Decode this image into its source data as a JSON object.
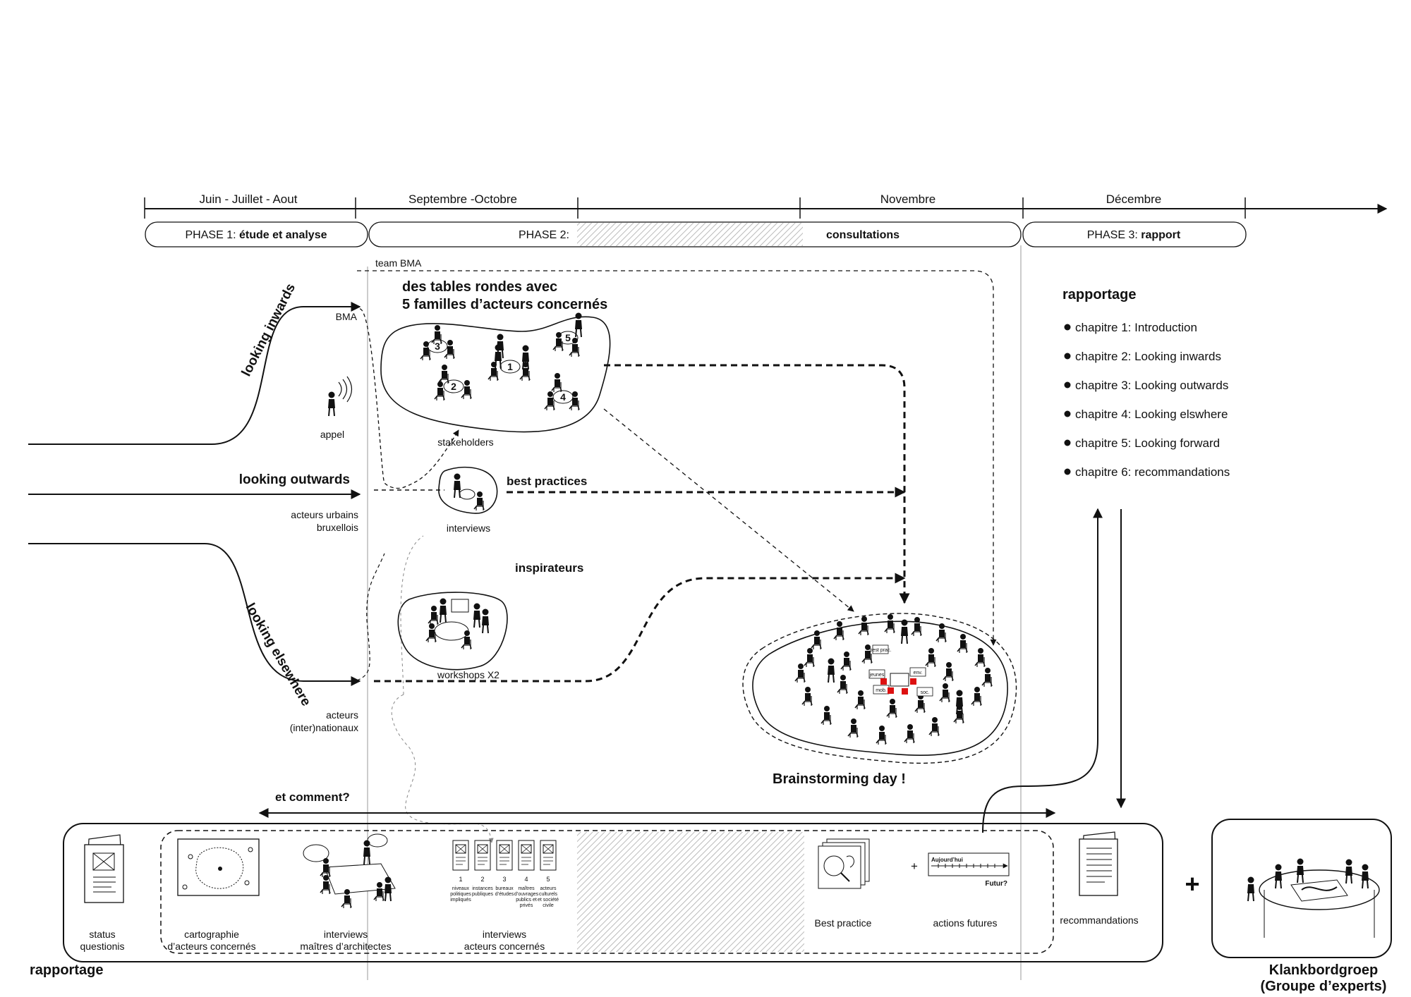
{
  "timeline": {
    "months": [
      "Juin - Juillet - Aout",
      "Septembre -Octobre",
      "Novembre",
      "Décembre"
    ],
    "phases": [
      {
        "prefix": "PHASE 1: ",
        "name": "étude et analyse"
      },
      {
        "prefix": "PHASE 2:",
        "name": "consultations"
      },
      {
        "prefix": "PHASE 3: ",
        "name": "rapport"
      }
    ],
    "team_label": "team BMA"
  },
  "streams": {
    "inwards": {
      "title": "looking inwards",
      "source": "BMA",
      "appel": "appel"
    },
    "outwards": {
      "title": "looking outwards",
      "source_line1": "acteurs urbains",
      "source_line2": "bruxellois"
    },
    "elsewhere": {
      "title": "looking elsewhere",
      "source_line1": "acteurs",
      "source_line2": "(inter)nationaux"
    }
  },
  "activities": {
    "tables_title_line1": "des tables rondes avec",
    "tables_title_line2": "5 familles d’acteurs concernés",
    "table_numbers": [
      "1",
      "2",
      "3",
      "4",
      "5"
    ],
    "stakeholders": "stakeholders",
    "best_practices": "best practices",
    "interviews": "interviews",
    "inspirateurs": "inspirateurs",
    "workshops": "workshops X2",
    "brainstorming": "Brainstorming day !",
    "sign_labels": [
      "best prac.",
      "jeunes",
      "env.",
      "mob.",
      "soc."
    ]
  },
  "rapportage_panel": {
    "title": "rapportage",
    "chapters": [
      "chapitre 1: Introduction",
      "chapitre 2: Looking inwards",
      "chapitre 3: Looking outwards",
      "chapitre 4: Looking elswhere",
      "chapitre 5: Looking forward",
      "chapitre 6: recommandations"
    ]
  },
  "bottom": {
    "et_comment": "et comment?",
    "rapportage": "rapportage",
    "status_line1": "status",
    "status_line2": "questionis",
    "carto_line1": "cartographie",
    "carto_line2": "d’acteurs concernés",
    "interviews1_line1": "interviews",
    "interviews1_line2": "maîtres d’architectes",
    "interviews2_line1": "interviews",
    "interviews2_line2": "acteurs concernés",
    "doc_numbers": [
      "1",
      "2",
      "3",
      "4",
      "5"
    ],
    "doc_captions": [
      [
        "niveaux",
        "politiques",
        "impliqués"
      ],
      [
        "instances",
        "publiques"
      ],
      [
        "bureaux",
        "d’études"
      ],
      [
        "maîtres",
        "d’ouvrages",
        "publics et",
        "privés"
      ],
      [
        "acteurs",
        "culturels",
        "et société",
        "civile"
      ]
    ],
    "best_practice": "Best practice",
    "plus_small": "+",
    "aujourdhui": "Aujourd’hui",
    "futur": "Futur?",
    "actions_futures": "actions futures",
    "recommandations": "recommandations",
    "plus_big": "+",
    "klank_line1": "Klankbordgroep",
    "klank_line2": "(Groupe d’experts)"
  }
}
